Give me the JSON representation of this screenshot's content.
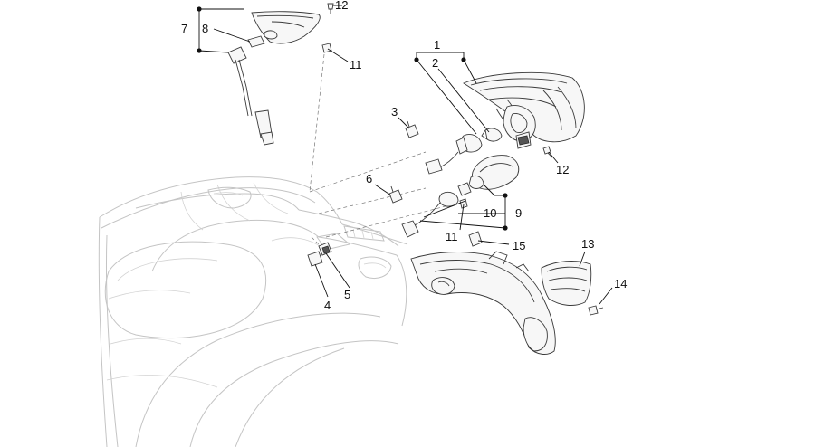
{
  "callouts": {
    "c1": "1",
    "c2": "2",
    "c3": "3",
    "c4": "4",
    "c5": "5",
    "c6": "6",
    "c7": "7",
    "c8": "8",
    "c9": "9",
    "c10": "10",
    "c11a": "11",
    "c11b": "11",
    "c12a": "12",
    "c12b": "12",
    "c13": "13",
    "c14": "14",
    "c15": "15"
  }
}
